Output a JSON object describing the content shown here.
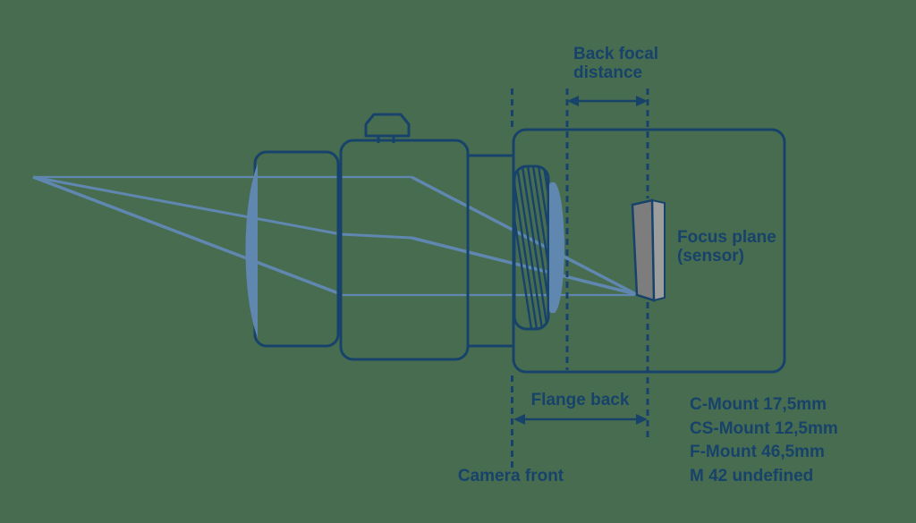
{
  "title": "Camera lens flange back and back focal distance diagram",
  "labels": {
    "back_focal": "Back focal\ndistance",
    "focus_plane": "Focus plane\n(sensor)",
    "flange_back": "Flange back",
    "camera_front": "Camera front"
  },
  "mount_specs": [
    "C-Mount 17,5mm",
    "CS-Mount 12,5mm",
    "F-Mount 46,5mm",
    "M 42 undefined"
  ],
  "colors": {
    "background": "#486C50",
    "outline_navy": "#17436B",
    "ray_blue": "#5F87B0",
    "sensor_front": "#7D7D7D",
    "sensor_side": "#9D9D9D"
  }
}
